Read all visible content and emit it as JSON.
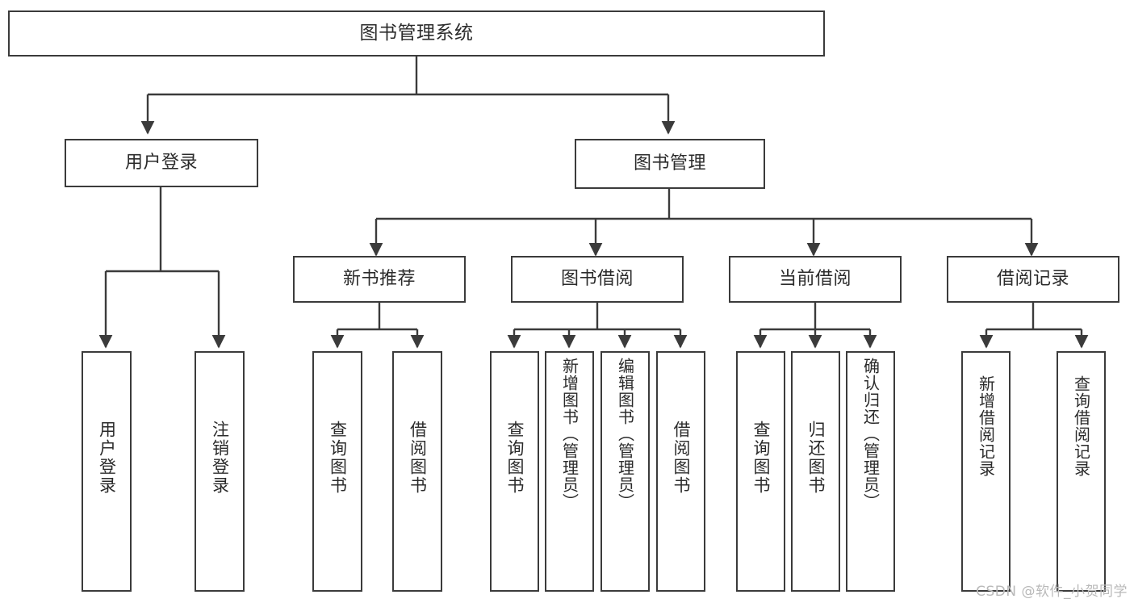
{
  "diagram": {
    "type": "tree-hierarchy",
    "title": "图书管理系统",
    "watermark": "CSDN @软件_小贺同学",
    "colors": {
      "stroke": "#3b3b3b",
      "fill": "#ffffff",
      "text": "#2b2b2b",
      "watermark": "#b9b9b9"
    },
    "nodes": {
      "root": {
        "label": "图书管理系统",
        "level": 1
      },
      "l2": [
        {
          "id": "user-login",
          "label": "用户登录",
          "level": 2
        },
        {
          "id": "book-manage",
          "label": "图书管理",
          "level": 2
        }
      ],
      "l3": [
        {
          "id": "new-book-rec",
          "label": "新书推荐",
          "level": 3
        },
        {
          "id": "book-borrow",
          "label": "图书借阅",
          "level": 3
        },
        {
          "id": "current-borrow",
          "label": "当前借阅",
          "level": 3
        },
        {
          "id": "borrow-record",
          "label": "借阅记录",
          "level": 3
        }
      ],
      "leaves": [
        {
          "id": "leaf-user-login",
          "label": "用户登录",
          "parent": "user-login"
        },
        {
          "id": "leaf-logout",
          "label": "注销登录",
          "parent": "user-login"
        },
        {
          "id": "leaf-query-book-1",
          "label": "查询图书",
          "parent": "new-book-rec"
        },
        {
          "id": "leaf-borrow-book-1",
          "label": "借阅图书",
          "parent": "new-book-rec"
        },
        {
          "id": "leaf-query-book-2",
          "label": "查询图书",
          "parent": "book-borrow"
        },
        {
          "id": "leaf-add-book",
          "label": "新增图书（管理员）",
          "parent": "book-borrow"
        },
        {
          "id": "leaf-edit-book",
          "label": "编辑图书（管理员）",
          "parent": "book-borrow"
        },
        {
          "id": "leaf-borrow-book-2",
          "label": "借阅图书",
          "parent": "book-borrow"
        },
        {
          "id": "leaf-query-book-3",
          "label": "查询图书",
          "parent": "current-borrow"
        },
        {
          "id": "leaf-return-book",
          "label": "归还图书",
          "parent": "current-borrow"
        },
        {
          "id": "leaf-confirm-return",
          "label": "确认归还（管理员）",
          "parent": "current-borrow"
        },
        {
          "id": "leaf-add-record",
          "label": "新增借阅记录",
          "parent": "borrow-record"
        },
        {
          "id": "leaf-query-record",
          "label": "查询借阅记录",
          "parent": "borrow-record"
        }
      ]
    }
  }
}
